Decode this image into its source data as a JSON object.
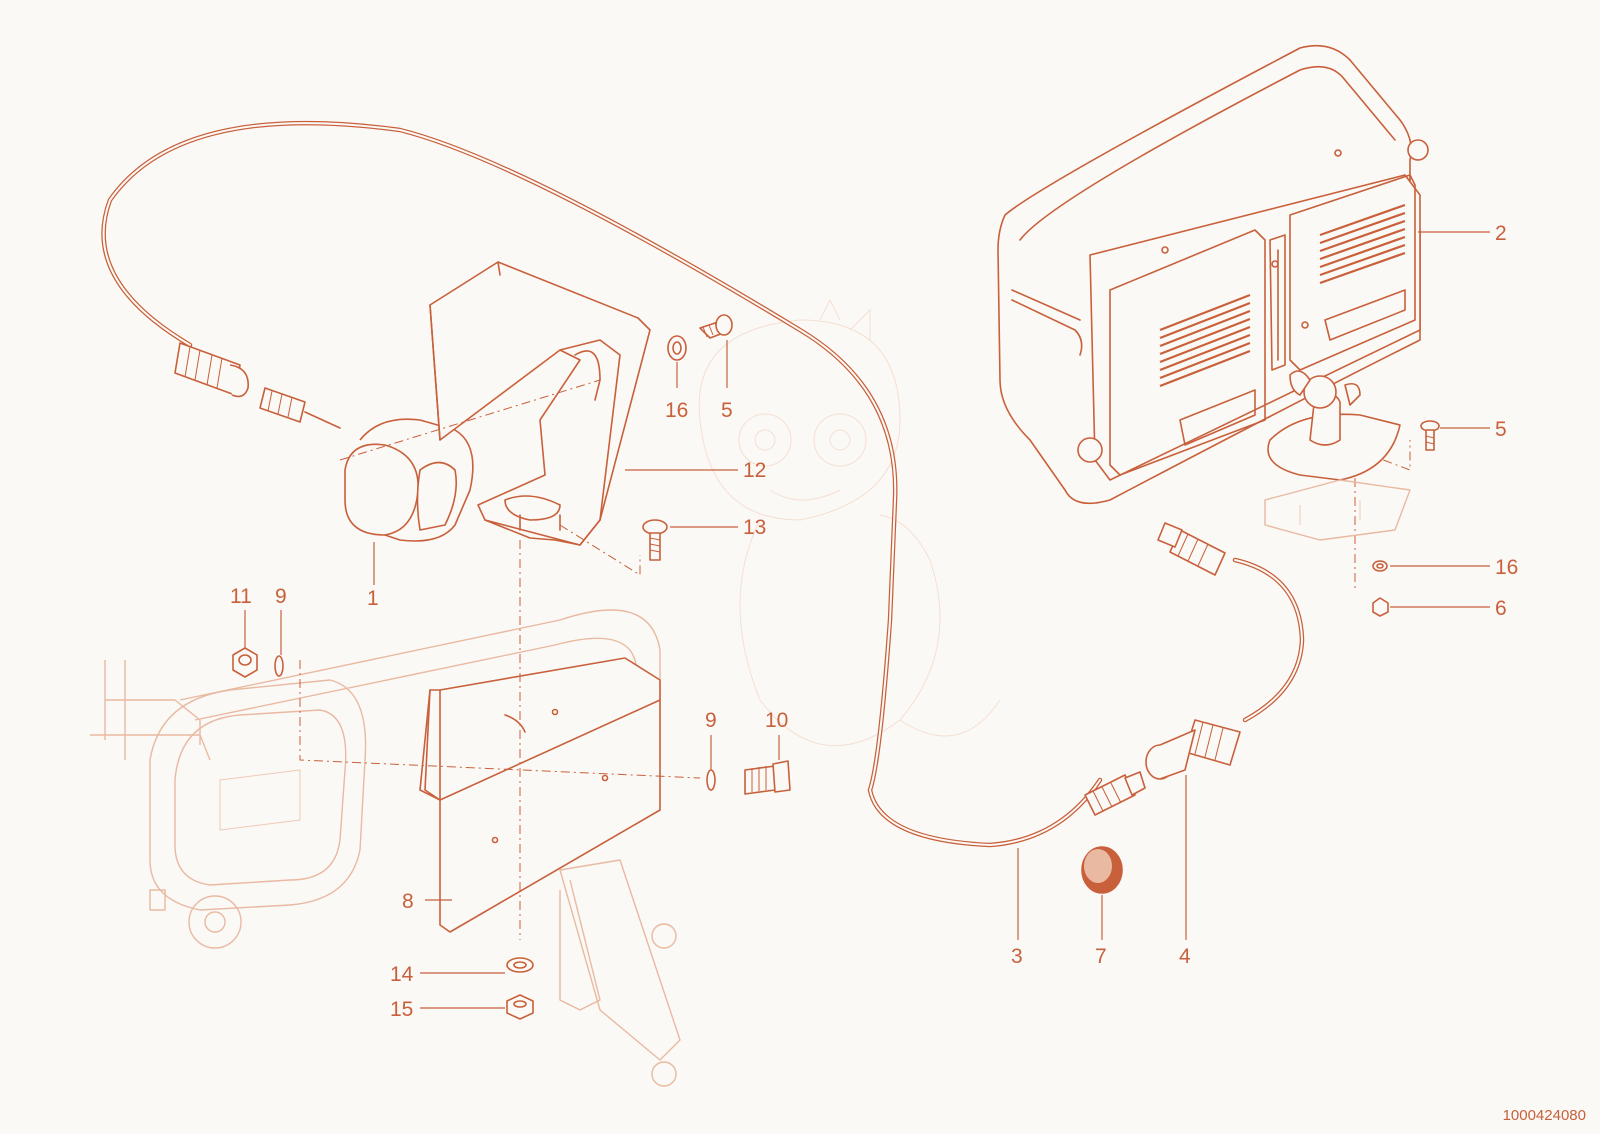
{
  "diagram": {
    "callouts": {
      "c1": "1",
      "c2": "2",
      "c3": "3",
      "c4": "4",
      "c5a": "5",
      "c5b": "5",
      "c6": "6",
      "c7": "7",
      "c8": "8",
      "c9a": "9",
      "c9b": "9",
      "c10": "10",
      "c11": "11",
      "c12": "12",
      "c13": "13",
      "c14": "14",
      "c15": "15",
      "c16a": "16",
      "c16b": "16"
    },
    "document_id": "1000424080"
  },
  "colors": {
    "line": "#c8603c",
    "ghost_line": "#e9b9a2",
    "background": "#fbf9f5"
  }
}
